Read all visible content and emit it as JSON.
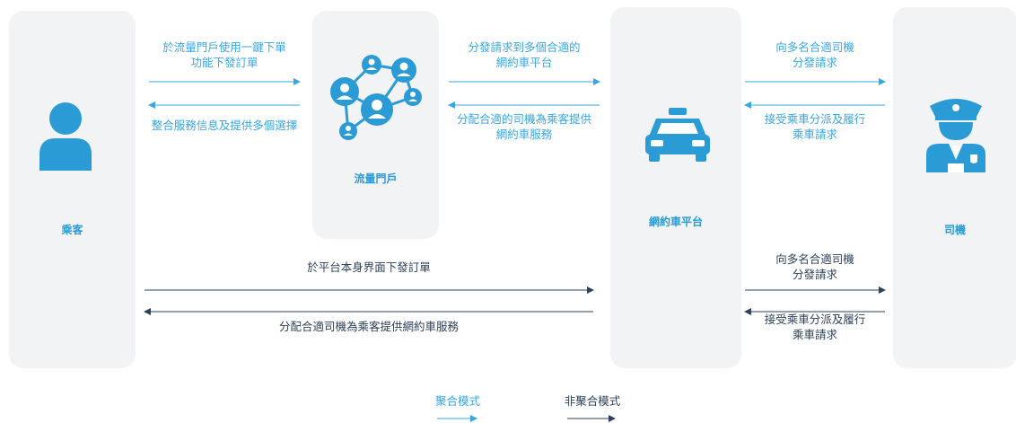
{
  "nodes": {
    "passenger": "乘客",
    "portal": "流量門戶",
    "platform": "網約車平台",
    "driver": "司機"
  },
  "flows": {
    "p_to_portal": [
      "於流量門戶使用一鍵下單",
      "功能下發訂單"
    ],
    "portal_to_p": "整合服務信息及提供多個選擇",
    "portal_to_platform": [
      "分發請求到多個合適的",
      "網約車平台"
    ],
    "platform_to_portal": [
      "分配合適的司機為乘客提供",
      "網約車服務"
    ],
    "platform_to_driver_top": [
      "向多名合適司機",
      "分發請求"
    ],
    "driver_to_platform_top": [
      "接受乘車分派及履行",
      "乘車請求"
    ],
    "p_to_platform": "於平台本身界面下發訂單",
    "platform_to_p": "分配合適司機為乘客提供網約車服務",
    "platform_to_driver_bottom": [
      "向多名合適司機",
      "分發請求"
    ],
    "driver_to_platform_bottom": [
      "接受乘車分派及履行",
      "乘車請求"
    ]
  },
  "legend": {
    "aggregate": "聚合模式",
    "non_aggregate": "非聚合模式"
  },
  "colors": {
    "aggregate": "#3aa6e0",
    "non_aggregate": "#2d4158",
    "icon": "#2b9bd6",
    "panel": "#f1f3f4"
  }
}
